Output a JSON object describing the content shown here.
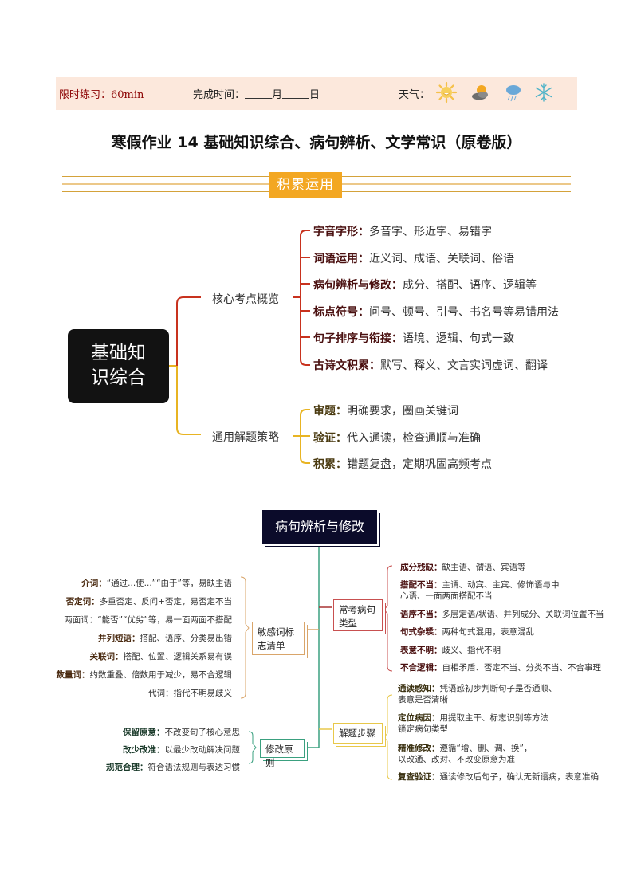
{
  "header": {
    "time_limit": "限时练习：60min",
    "completion_label": "完成时间：",
    "month": "月",
    "day": "日",
    "weather_label": "天气：",
    "weather_icons": [
      "sun-icon",
      "partly-cloudy-icon",
      "rain-icon",
      "snowflake-icon"
    ]
  },
  "title": "寒假作业 14  基础知识综合、病句辨析、文学常识（原卷版）",
  "section": {
    "label": "积累运用"
  },
  "mindmap1": {
    "root": [
      "基础知",
      "识综合"
    ],
    "branches": [
      {
        "label": "核心考点概览",
        "color": "#c8321e",
        "items": [
          {
            "key": "字音字形：",
            "value": "多音字、形近字、易错字"
          },
          {
            "key": "词语运用：",
            "value": "近义词、成语、关联词、俗语"
          },
          {
            "key": "病句辨析与修改：",
            "value": "成分、搭配、语序、逻辑等"
          },
          {
            "key": "标点符号：",
            "value": "问号、顿号、引号、书名号等易错用法"
          },
          {
            "key": "句子排序与衔接：",
            "value": "语境、逻辑、句式一致"
          },
          {
            "key": "古诗文积累：",
            "value": "默写、释义、文言实词虚词、翻译"
          }
        ]
      },
      {
        "label": "通用解题策略",
        "color": "#e8b423",
        "items": [
          {
            "key": "审题：",
            "value": "明确要求，圈画关键词"
          },
          {
            "key": "验证：",
            "value": "代入通读，检查通顺与准确"
          },
          {
            "key": "积累：",
            "value": "错题复盘，定期巩固高频考点"
          }
        ]
      }
    ]
  },
  "mindmap2": {
    "root": "病句辨析与修改",
    "sensitive": {
      "label": [
        "敏感词标",
        "志清单"
      ],
      "items": [
        {
          "key": "介词：",
          "value": "“通过...使...”“由于”等，易缺主语"
        },
        {
          "key": "否定词：",
          "value": "多重否定、反问+否定，易否定不当"
        },
        {
          "key": "",
          "value": "两面词：“能否”“优劣”等，易一面两面不搭配"
        },
        {
          "key": "并列短语：",
          "value": "搭配、语序、分类易出错"
        },
        {
          "key": "关联词：",
          "value": "搭配、位置、逻辑关系易有误"
        },
        {
          "key": "数量词：",
          "value": "约数重叠、倍数用于减少，易不合逻辑"
        },
        {
          "key": "",
          "value": "代词：指代不明易歧义"
        }
      ]
    },
    "principles": {
      "label": "修改原则",
      "items": [
        {
          "key": "保留原意：",
          "value": "不改变句子核心意思"
        },
        {
          "key": "改少改准：",
          "value": "以最少改动解决问题"
        },
        {
          "key": "规范合理：",
          "value": "符合语法规则与表达习惯"
        }
      ]
    },
    "types": {
      "label": [
        "常考病句",
        "类型"
      ],
      "items": [
        {
          "key": "成分残缺：",
          "value": "缺主语、谓语、宾语等",
          "line2": ""
        },
        {
          "key": "搭配不当：",
          "value": "主谓、动宾、主宾、修饰语与中",
          "line2": "心语、一面两面搭配不当"
        },
        {
          "key": "语序不当：",
          "value": "多层定语/状语、并列成分、关联词位置不当",
          "line2": ""
        },
        {
          "key": "句式杂糅：",
          "value": "两种句式混用，表意混乱",
          "line2": ""
        },
        {
          "key": "表意不明：",
          "value": "歧义、指代不明",
          "line2": ""
        },
        {
          "key": "不合逻辑：",
          "value": "自相矛盾、否定不当、分类不当、不合事理",
          "line2": ""
        }
      ]
    },
    "steps": {
      "label": "解题步骤",
      "items": [
        {
          "key": "通读感知：",
          "value": "凭语感初步判断句子是否通顺、",
          "line2": "表意是否清晰"
        },
        {
          "key": "定位病因：",
          "value": "用提取主干、标志识别等方法",
          "line2": "锁定病句类型"
        },
        {
          "key": "精准修改：",
          "value": "遵循“增、删、调、换”，",
          "line2": "以改通、改对、不改变原意为准"
        },
        {
          "key": "复查验证：",
          "value": "通读修改后句子，确认无新语病，表意准确",
          "line2": ""
        }
      ]
    }
  }
}
